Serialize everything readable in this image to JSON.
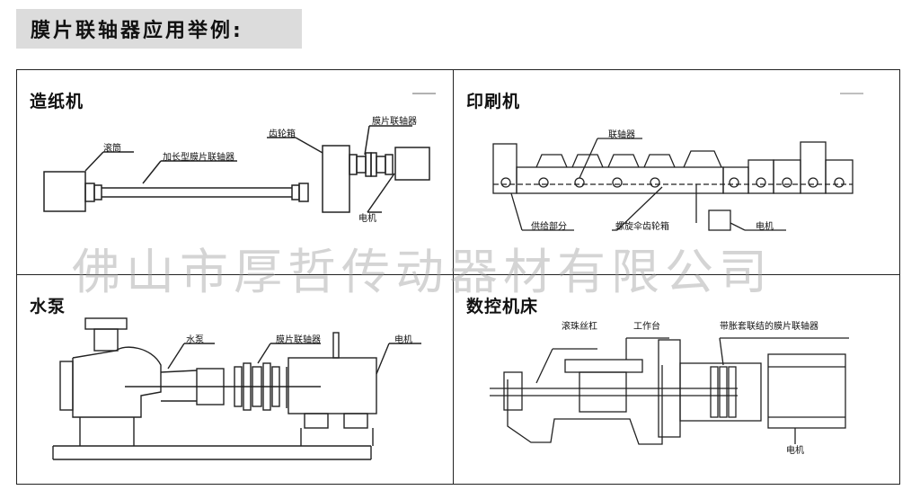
{
  "header": {
    "title": "膜片联轴器应用举例:"
  },
  "watermark": "佛山市厚哲传动器材有限公司",
  "panels": {
    "paper": {
      "title": "造纸机",
      "labels": {
        "drum": "滚筒",
        "long_coupling": "加长型膜片联轴器",
        "gearbox": "齿轮箱",
        "coupling": "膜片联轴器",
        "motor": "电机"
      }
    },
    "printing": {
      "title": "印刷机",
      "labels": {
        "coupling": "联轴器",
        "supply": "供给部分",
        "worm_gearbox": "螺旋伞齿轮箱",
        "motor": "电机"
      }
    },
    "pump": {
      "title": "水泵",
      "labels": {
        "pump": "水泵",
        "coupling": "膜片联轴器",
        "motor": "电机"
      }
    },
    "cnc": {
      "title": "数控机床",
      "labels": {
        "ball_screw": "滚珠丝杠",
        "table": "工作台",
        "expansion_coupling": "带胀套联结的膜片联轴器",
        "motor": "电机"
      }
    }
  },
  "colors": {
    "line": "#222222",
    "title_bg": "#dcdcdc",
    "watermark": "#a0a0a0"
  }
}
